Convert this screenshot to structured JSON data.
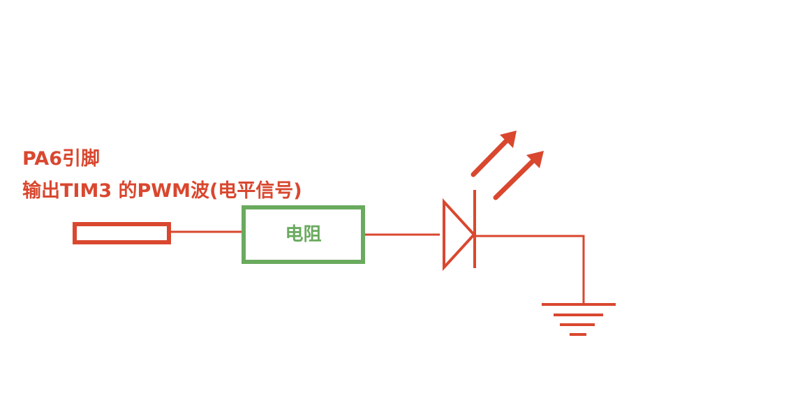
{
  "pin": {
    "title": "PA6引脚",
    "subtitle": "输出TIM3 的PWM波(电平信号)"
  },
  "resistor": {
    "label": "电阻"
  },
  "colors": {
    "wire": "#d9472f",
    "resistor_border": "#6aaa5e",
    "resistor_text": "#6aaa5e",
    "text": "#d9472f"
  },
  "components": {
    "led_icon": "led-diode-icon",
    "ground_icon": "ground-symbol-icon",
    "pin_icon": "pin-terminal-icon",
    "light_arrows_icon": "light-emission-arrows-icon"
  }
}
